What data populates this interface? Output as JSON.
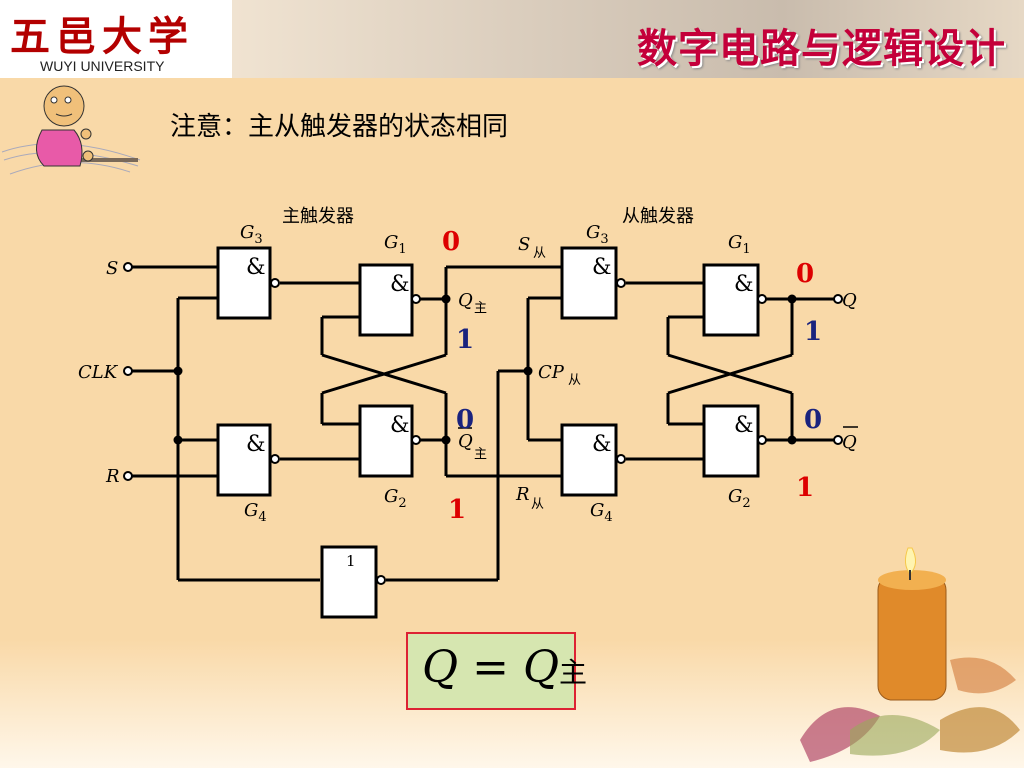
{
  "header": {
    "logo_cn": "五邑大学",
    "logo_en": "WUYI UNIVERSITY",
    "course_title": "数字电路与逻辑设计"
  },
  "note": "注意：主从触发器的状态相同",
  "master": {
    "caption": "主触发器",
    "g3": "G3",
    "g1": "G1",
    "g2": "G2",
    "g4": "G4",
    "q": "Q",
    "q_sub": "主",
    "qbar": "Q",
    "qbar_sub": "主"
  },
  "slave": {
    "caption": "从触发器",
    "g3": "G3",
    "g1": "G1",
    "g2": "G2",
    "g4": "G4",
    "s": "S",
    "s_sub": "从",
    "r": "R",
    "r_sub": "从",
    "cp": "CP",
    "cp_sub": "从"
  },
  "inputs": {
    "s": "S",
    "clk": "CLK",
    "r": "R"
  },
  "outputs": {
    "q": "Q",
    "qbar": "Q"
  },
  "gate_and_label": "&",
  "inverter_label": "1",
  "states": {
    "master_s_out": "0",
    "master_q": "1",
    "master_qbar": "0",
    "master_r_out": "1",
    "slave_q_top": "0",
    "slave_q": "1",
    "slave_qbar": "0",
    "slave_qbar_bottom": "1"
  },
  "colors": {
    "red": "#dd0000",
    "blue": "#1a237e",
    "title": "#c4003a"
  },
  "formula": {
    "lhs": "Q",
    "eq": "=",
    "rhs": "Q",
    "rhs_sub": "主"
  }
}
